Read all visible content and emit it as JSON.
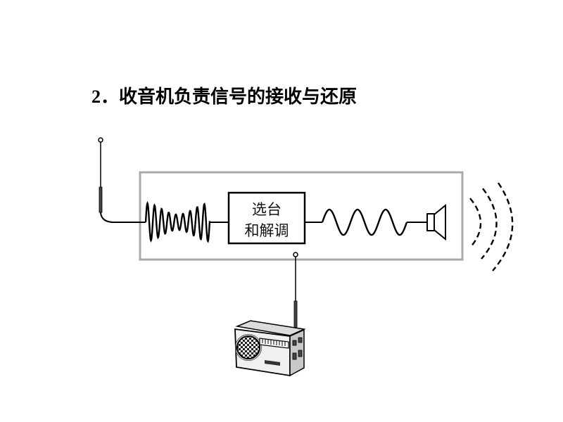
{
  "title": "2．收音机负责信号的接收与还原",
  "diagram": {
    "tuner_label_line1": "选台",
    "tuner_label_line2": "和解调"
  },
  "colors": {
    "stroke": "#000000",
    "frame": "#a9a9a9",
    "radio_side": "#c8c8c8",
    "radio_front": "#f0f0f0"
  },
  "icons": [
    "antenna-icon",
    "speaker-icon",
    "sound-waves-icon",
    "radio-icon"
  ]
}
